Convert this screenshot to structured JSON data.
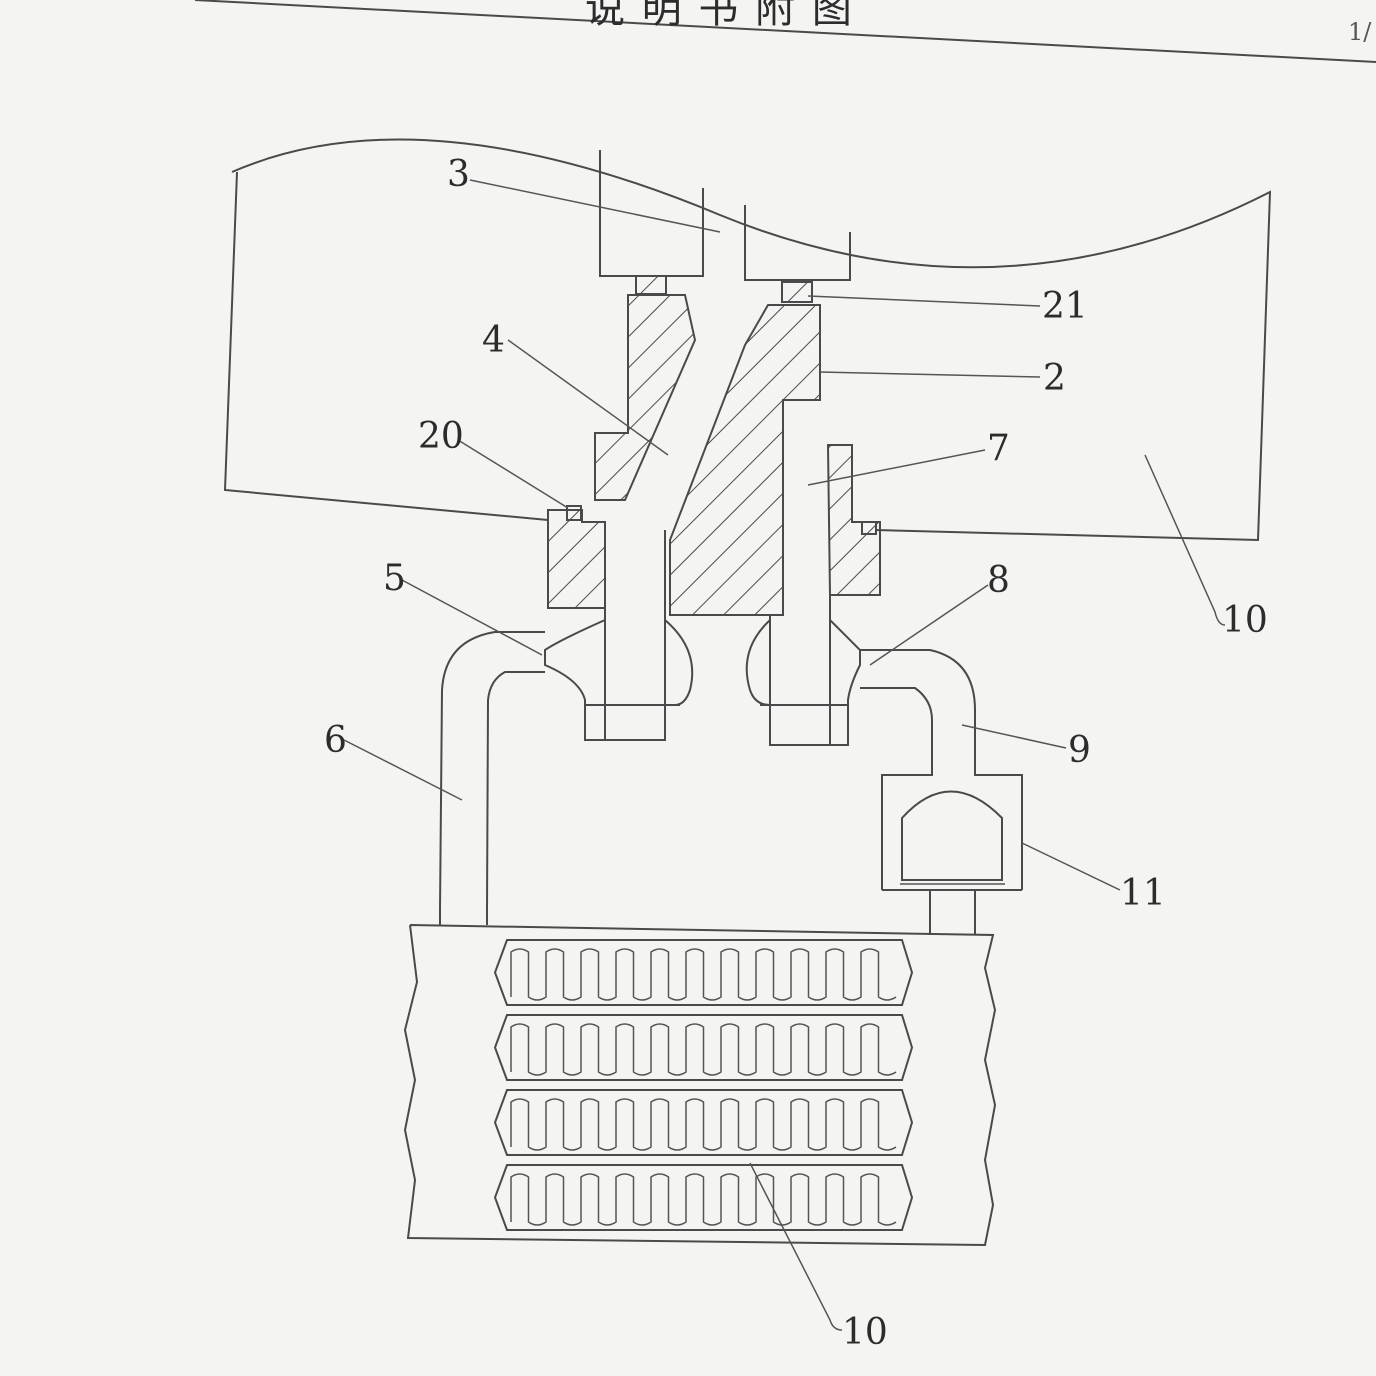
{
  "header": {
    "title": "说 明 书 附 图",
    "page_no": "1/"
  },
  "labels": {
    "l3": "3",
    "l21": "21",
    "l4": "4",
    "l2": "2",
    "l20": "20",
    "l7": "7",
    "l10_top": "10",
    "l5": "5",
    "l8": "8",
    "l6": "6",
    "l9": "9",
    "l11": "11",
    "l10_bottom": "10"
  },
  "colors": {
    "line": "#4a4a4a",
    "paper": "#f4f4f2"
  }
}
